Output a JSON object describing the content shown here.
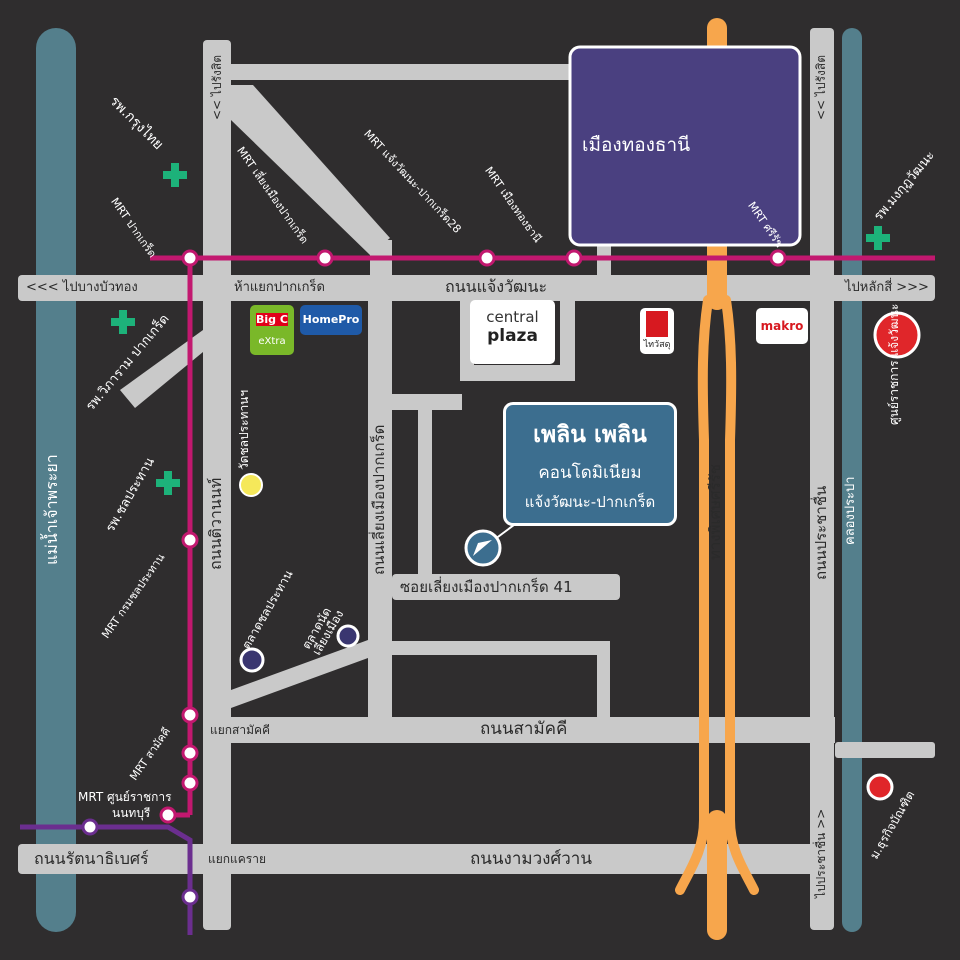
{
  "landmarks": {
    "mueang_thong_thani": "เมืองทองธานี",
    "condo": {
      "title": "เพลิน เพลิน",
      "line1": "คอนโดมิเนียม",
      "line2": "แจ้งวัฒนะ-ปากเกร็ด"
    },
    "central": {
      "line1": "central",
      "line2": "plaza"
    },
    "makro": "makro",
    "thaiwatsadu": "ไทวัสดุ",
    "bigc": {
      "top": "Big C",
      "bottom": "eXtra"
    },
    "homepro": "HomePro"
  },
  "roads": {
    "chaengwattana": "ถนนแจ้งวัฒนะ",
    "to_bangbuathong": "<<< ไปบางบัวทอง",
    "to_laksi": "ไปหลักสี่ >>>",
    "hay_yaek_pakkret": "ห้าแยกปากเกร็ด",
    "samakkhi": "ถนนสามัคคี",
    "yaek_samakkhi": "แยกสามัคคี",
    "rattanathibet": "ถนนรัตนาธิเบศร์",
    "yaek_khae_rai": "แยกแคราย",
    "ngamwongwan": "ถนนงามวงศ์วาน",
    "soi_41": "ซอยเลี่ยงเมืองปากเกร็ด 41",
    "tiwanon": "ถนนติวานนท์",
    "bypass_pakkret": "ถนนเลี่ยงเมืองปากเกร็ด",
    "expressway": "ทางพิเศษศรีรัช",
    "prachachuen": "ถนนประชาชื่น",
    "to_norasing_left": "<< ไปรังสิต",
    "to_norasing_right": "<< ไปรังสิต",
    "to_prachachuen": "ไปประชาชื่น >>",
    "river": "แม่น้ำเจ้าพระยา",
    "canal": "คลองประปา"
  },
  "stations": {
    "pakkret": "MRT ปากเกร็ด",
    "liang_mueang": "MRT เลี่ยงเมืองปากเกร็ด",
    "chaengwattana28": "MRT แจ้งวัฒนะ-ปากเกร็ด28",
    "mueang_thong": "MRT เมืองทองธานี",
    "sri_rat": "MRT ศรีรัช",
    "kromchon": "MRT กรมชลประทาน",
    "samakkhi": "MRT สามัคคี",
    "government_center_line1": "MRT ศูนย์ราชการ",
    "government_center_line2": "นนทบุรี"
  },
  "places": {
    "hosp_krungthai": "รพ.กรุงไทย",
    "hosp_vibharam": "รพ.วิภาราม ปากเกร็ด",
    "hosp_chonprathan": "รพ.ชลประทาน",
    "hosp_mongkut": "รพ.มงกุฎวัฒนะ",
    "wat_chonprathan": "วัดชลประทานฯ",
    "market_chonprathan": "ตลาดชลประทาน",
    "market_nat": "ตลาดนัด เลี่ยงเมือง",
    "gov_center": "ศูนย์ราชการ แจ้งวัฒนะ",
    "dpu": "ม.ธุรกิจบัณฑิต"
  },
  "colors": {
    "background": "#2f2d2e",
    "road": "#c9c9c9",
    "river": "#547f8c",
    "pink_line": "#c2186f",
    "purple_line": "#6b2e8f",
    "expressway": "#f7a64c",
    "landmark_block": "#4a4080",
    "condo_box": "#3c6e8f",
    "hospital_cross": "#1db27a",
    "red_dot": "#e0262a",
    "market_dot": "#3a3670",
    "temple_dot": "#f5e85a"
  }
}
